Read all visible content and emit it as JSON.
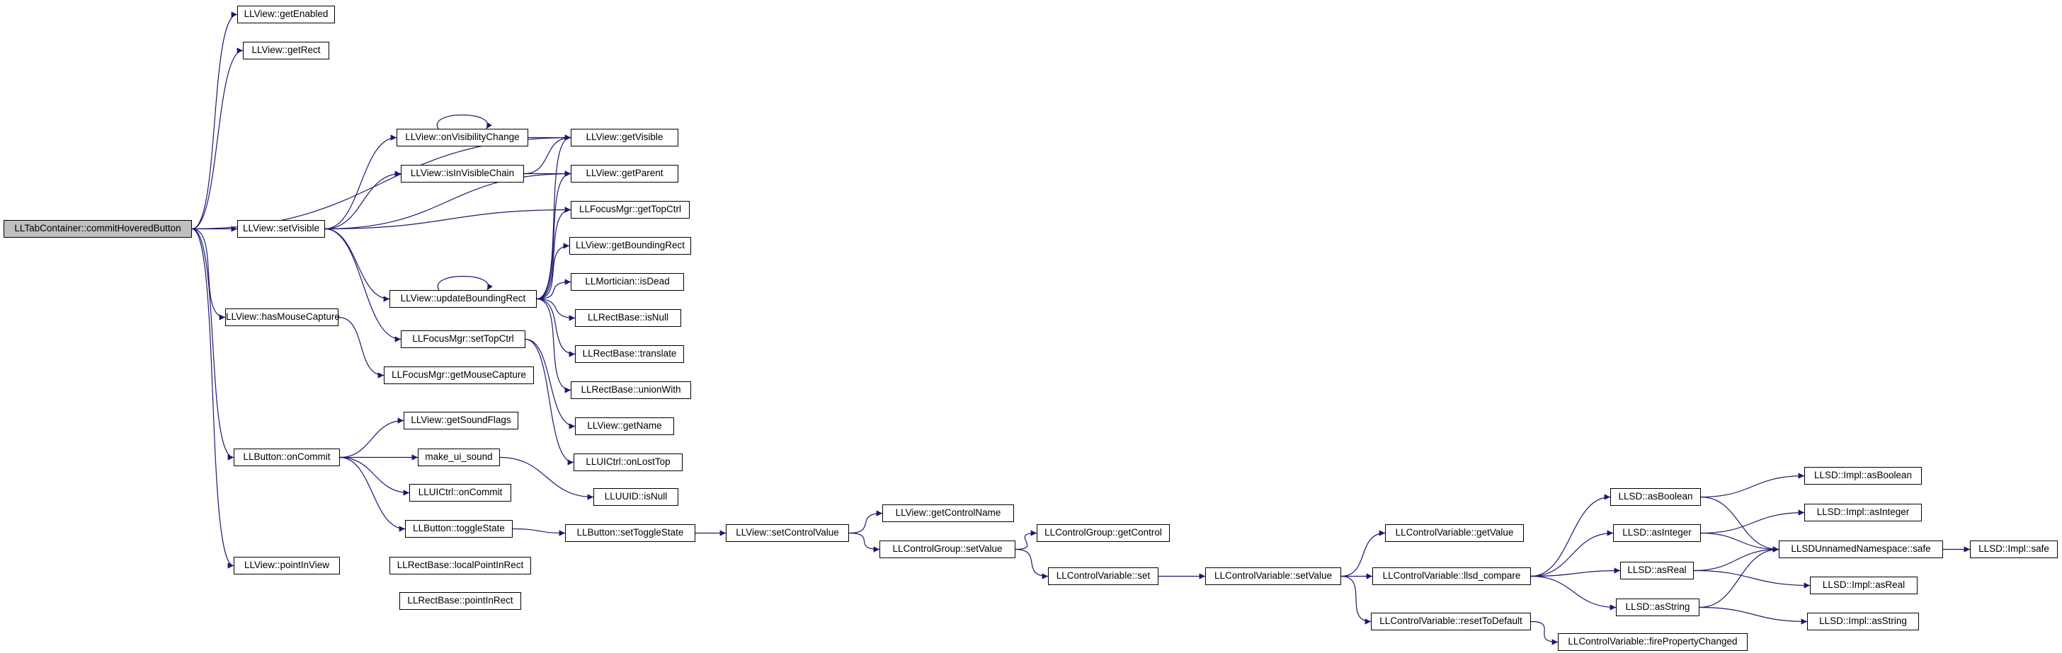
{
  "colors": {
    "edge": "#191970",
    "node_border": "#000000",
    "node_fill": "#ffffff",
    "root_fill": "#bfbfbf"
  },
  "nodes": [
    {
      "id": "root",
      "label": "LLTabContainer::commitHoveredButton"
    },
    {
      "id": "getEnabled",
      "label": "LLView::getEnabled"
    },
    {
      "id": "getRect",
      "label": "LLView::getRect"
    },
    {
      "id": "setVisible",
      "label": "LLView::setVisible"
    },
    {
      "id": "hasMouseCapture",
      "label": "LLView::hasMouseCapture"
    },
    {
      "id": "onCommit",
      "label": "LLButton::onCommit"
    },
    {
      "id": "pointInView",
      "label": "LLView::pointInView"
    },
    {
      "id": "onVisibilityChange",
      "label": "LLView::onVisibilityChange"
    },
    {
      "id": "isInVisibleChain",
      "label": "LLView::isInVisibleChain"
    },
    {
      "id": "updateBoundingRect",
      "label": "LLView::updateBoundingRect"
    },
    {
      "id": "setTopCtrl",
      "label": "LLFocusMgr::setTopCtrl"
    },
    {
      "id": "getMouseCapture",
      "label": "LLFocusMgr::getMouseCapture"
    },
    {
      "id": "getSoundFlags",
      "label": "LLView::getSoundFlags"
    },
    {
      "id": "make_ui_sound",
      "label": "make_ui_sound"
    },
    {
      "id": "uictrlOnCommit",
      "label": "LLUICtrl::onCommit"
    },
    {
      "id": "toggleState",
      "label": "LLButton::toggleState"
    },
    {
      "id": "localPointInRect",
      "label": "LLRectBase::localPointInRect"
    },
    {
      "id": "pointInRect",
      "label": "LLRectBase::pointInRect"
    },
    {
      "id": "getVisible",
      "label": "LLView::getVisible"
    },
    {
      "id": "getParent",
      "label": "LLView::getParent"
    },
    {
      "id": "getTopCtrl",
      "label": "LLFocusMgr::getTopCtrl"
    },
    {
      "id": "getBoundingRect",
      "label": "LLView::getBoundingRect"
    },
    {
      "id": "isDead",
      "label": "LLMortician::isDead"
    },
    {
      "id": "isNull",
      "label": "LLRectBase::isNull"
    },
    {
      "id": "translate",
      "label": "LLRectBase::translate"
    },
    {
      "id": "unionWith",
      "label": "LLRectBase::unionWith"
    },
    {
      "id": "getName",
      "label": "LLView::getName"
    },
    {
      "id": "onLostTop",
      "label": "LLUICtrl::onLostTop"
    },
    {
      "id": "uuidIsNull",
      "label": "LLUUID::isNull"
    },
    {
      "id": "setToggleState",
      "label": "LLButton::setToggleState"
    },
    {
      "id": "setControlValue",
      "label": "LLView::setControlValue"
    },
    {
      "id": "getControlName",
      "label": "LLView::getControlName"
    },
    {
      "id": "groupSetValue",
      "label": "LLControlGroup::setValue"
    },
    {
      "id": "getControl",
      "label": "LLControlGroup::getControl"
    },
    {
      "id": "cvSet",
      "label": "LLControlVariable::set"
    },
    {
      "id": "cvSetValue",
      "label": "LLControlVariable::setValue"
    },
    {
      "id": "cvGetValue",
      "label": "LLControlVariable::getValue"
    },
    {
      "id": "llsdCompare",
      "label": "LLControlVariable::llsd_compare"
    },
    {
      "id": "resetToDefault",
      "label": "LLControlVariable::resetToDefault"
    },
    {
      "id": "firePropertyChanged",
      "label": "LLControlVariable::firePropertyChanged"
    },
    {
      "id": "asBoolean",
      "label": "LLSD::asBoolean"
    },
    {
      "id": "asInteger",
      "label": "LLSD::asInteger"
    },
    {
      "id": "asReal",
      "label": "LLSD::asReal"
    },
    {
      "id": "asString",
      "label": "LLSD::asString"
    },
    {
      "id": "implAsBoolean",
      "label": "LLSD::Impl::asBoolean"
    },
    {
      "id": "implAsInteger",
      "label": "LLSD::Impl::asInteger"
    },
    {
      "id": "unnamedSafe",
      "label": "LLSDUnnamedNamespace::safe"
    },
    {
      "id": "implAsReal",
      "label": "LLSD::Impl::asReal"
    },
    {
      "id": "implAsString",
      "label": "LLSD::Impl::asString"
    },
    {
      "id": "implSafe",
      "label": "LLSD::Impl::safe"
    }
  ],
  "edges": [
    [
      "root",
      "getEnabled"
    ],
    [
      "root",
      "getRect"
    ],
    [
      "root",
      "getVisible"
    ],
    [
      "root",
      "setVisible"
    ],
    [
      "root",
      "hasMouseCapture"
    ],
    [
      "root",
      "onCommit"
    ],
    [
      "root",
      "pointInView"
    ],
    [
      "setVisible",
      "onVisibilityChange"
    ],
    [
      "setVisible",
      "isInVisibleChain"
    ],
    [
      "setVisible",
      "getParent"
    ],
    [
      "setVisible",
      "getTopCtrl"
    ],
    [
      "setVisible",
      "updateBoundingRect"
    ],
    [
      "setVisible",
      "setTopCtrl"
    ],
    [
      "onVisibilityChange",
      "onVisibilityChange"
    ],
    [
      "onVisibilityChange",
      "getVisible"
    ],
    [
      "isInVisibleChain",
      "getVisible"
    ],
    [
      "isInVisibleChain",
      "getParent"
    ],
    [
      "updateBoundingRect",
      "updateBoundingRect"
    ],
    [
      "updateBoundingRect",
      "getVisible"
    ],
    [
      "updateBoundingRect",
      "getParent"
    ],
    [
      "updateBoundingRect",
      "getTopCtrl"
    ],
    [
      "updateBoundingRect",
      "getBoundingRect"
    ],
    [
      "updateBoundingRect",
      "isDead"
    ],
    [
      "updateBoundingRect",
      "isNull"
    ],
    [
      "updateBoundingRect",
      "translate"
    ],
    [
      "updateBoundingRect",
      "unionWith"
    ],
    [
      "setTopCtrl",
      "getName"
    ],
    [
      "setTopCtrl",
      "onLostTop"
    ],
    [
      "hasMouseCapture",
      "getMouseCapture"
    ],
    [
      "onCommit",
      "getSoundFlags"
    ],
    [
      "onCommit",
      "make_ui_sound"
    ],
    [
      "onCommit",
      "uictrlOnCommit"
    ],
    [
      "onCommit",
      "toggleState"
    ],
    [
      "make_ui_sound",
      "uuidIsNull"
    ],
    [
      "toggleState",
      "setToggleState"
    ],
    [
      "setToggleState",
      "setControlValue"
    ],
    [
      "setControlValue",
      "getControlName"
    ],
    [
      "setControlValue",
      "groupSetValue"
    ],
    [
      "groupSetValue",
      "getControl"
    ],
    [
      "groupSetValue",
      "cvSet"
    ],
    [
      "cvSet",
      "cvSetValue"
    ],
    [
      "cvSetValue",
      "cvGetValue"
    ],
    [
      "cvSetValue",
      "llsdCompare"
    ],
    [
      "cvSetValue",
      "resetToDefault"
    ],
    [
      "resetToDefault",
      "firePropertyChanged"
    ],
    [
      "llsdCompare",
      "asBoolean"
    ],
    [
      "llsdCompare",
      "asInteger"
    ],
    [
      "llsdCompare",
      "asReal"
    ],
    [
      "llsdCompare",
      "asString"
    ],
    [
      "asBoolean",
      "implAsBoolean"
    ],
    [
      "asBoolean",
      "unnamedSafe"
    ],
    [
      "asInteger",
      "implAsInteger"
    ],
    [
      "asInteger",
      "unnamedSafe"
    ],
    [
      "asReal",
      "unnamedSafe"
    ],
    [
      "asReal",
      "implAsReal"
    ],
    [
      "asString",
      "unnamedSafe"
    ],
    [
      "asString",
      "implAsString"
    ],
    [
      "unnamedSafe",
      "implSafe"
    ]
  ]
}
